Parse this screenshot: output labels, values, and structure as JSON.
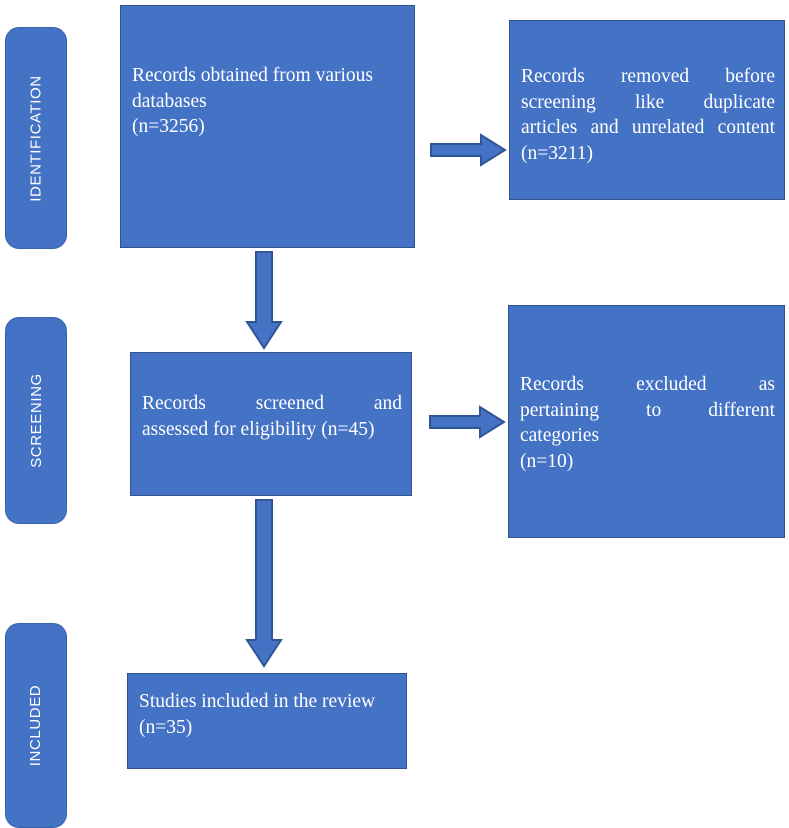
{
  "diagram": {
    "type": "prisma-flow-diagram",
    "colors": {
      "box_fill": "#4472C4",
      "box_border": "#31528F",
      "label_fill": "#4472C4",
      "label_border": "#3A62AC",
      "arrow_fill": "#4472C4",
      "arrow_border": "#2F5597",
      "text": "#FFFFFF",
      "background": "#FFFFFF"
    },
    "stages": [
      {
        "id": "identification",
        "label": "IDENTIFICATION"
      },
      {
        "id": "screening",
        "label": "SCREENING"
      },
      {
        "id": "included",
        "label": "INCLUDED"
      }
    ],
    "boxes": [
      {
        "id": "records-identified",
        "lines": [
          "Records obtained from various",
          "databases",
          "(n=3256)"
        ],
        "count_label": "(n=3256)",
        "count": 3256
      },
      {
        "id": "records-removed",
        "lines": [
          "Records removed before",
          "screening like duplicate",
          "articles and unrelated content",
          " (n=3211)"
        ],
        "count_label": "(n=3211)",
        "count": 3211
      },
      {
        "id": "records-screened",
        "lines": [
          "Records screened and",
          "assessed for eligibility (n=45)"
        ],
        "count_label": "(n=45)",
        "count": 45
      },
      {
        "id": "records-excluded",
        "lines": [
          "Records excluded as",
          "pertaining to different",
          "categories",
          " (n=10)"
        ],
        "count_label": "(n=10)",
        "count": 10
      },
      {
        "id": "studies-included",
        "lines": [
          "Studies included in the review",
          "(n=35)"
        ],
        "count_label": "(n=35)",
        "count": 35
      }
    ],
    "arrows": [
      {
        "id": "identified-to-removed",
        "direction": "right"
      },
      {
        "id": "identified-to-screened",
        "direction": "down"
      },
      {
        "id": "screened-to-excluded",
        "direction": "right"
      },
      {
        "id": "screened-to-included",
        "direction": "down"
      }
    ]
  }
}
